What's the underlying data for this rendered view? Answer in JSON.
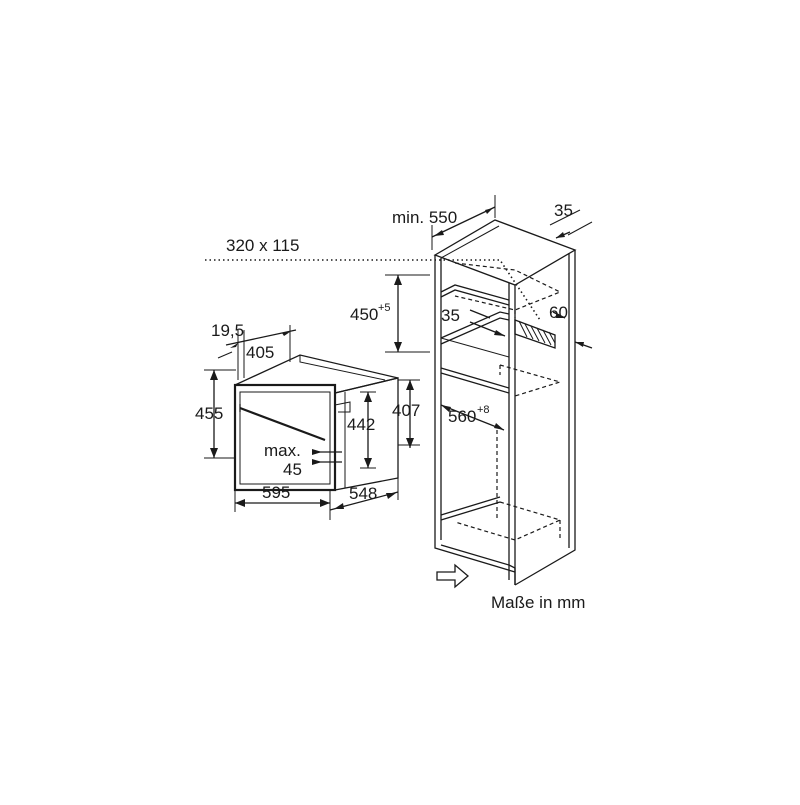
{
  "labels": {
    "min_550": "min. 550",
    "d35_top": "35",
    "vent_320x115": "320 x 115",
    "h450": "450",
    "h450_tol": "+5",
    "d35_mid": "35",
    "d60": "60",
    "w560": "560",
    "w560_tol": "+8",
    "d19_5": "19,5",
    "d405": "405",
    "h455": "455",
    "h442": "442",
    "h407": "407",
    "max": "max.",
    "max_45": "45",
    "w595": "595",
    "d548": "548",
    "units_note": "Maße in mm"
  }
}
